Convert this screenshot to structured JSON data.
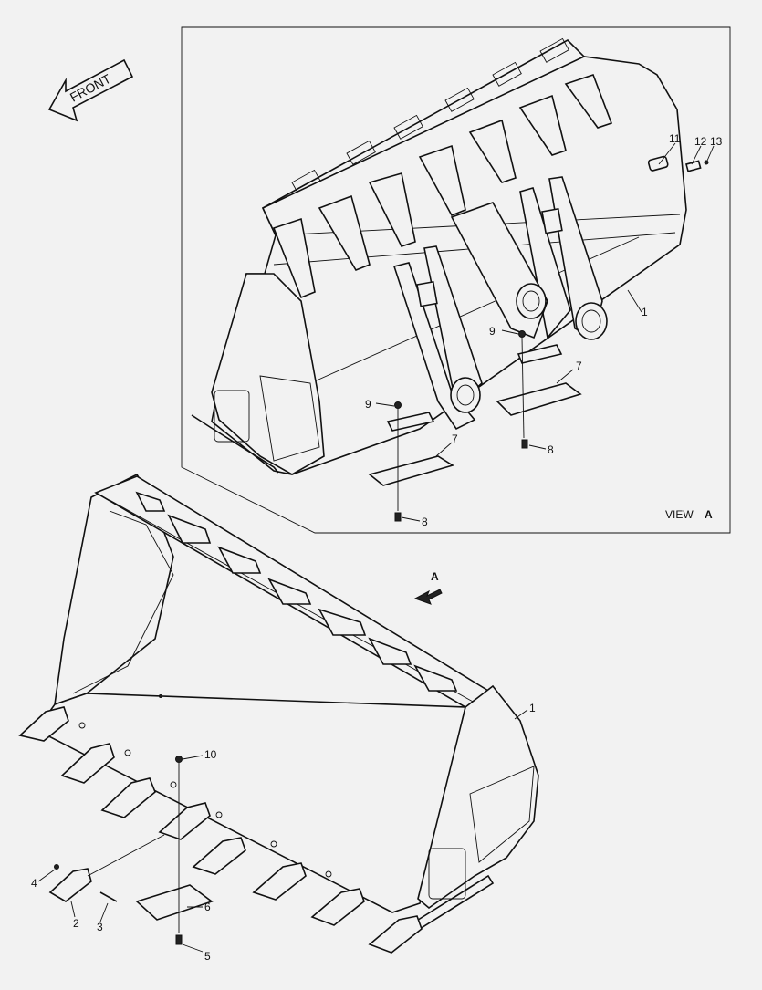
{
  "front_arrow": {
    "label": "FRONT"
  },
  "view": {
    "label": "VIEW",
    "letter": "A"
  },
  "view_marker": {
    "letter": "A"
  },
  "callouts": {
    "c1_top": "1",
    "c1_bottom": "1",
    "c2": "2",
    "c3": "3",
    "c4": "4",
    "c5": "5",
    "c6": "6",
    "c7_right": "7",
    "c7_left": "7",
    "c8_right": "8",
    "c8_left": "8",
    "c9_right": "9",
    "c9_left": "9",
    "c10": "10",
    "c11": "11",
    "c12": "12",
    "c13": "13"
  }
}
